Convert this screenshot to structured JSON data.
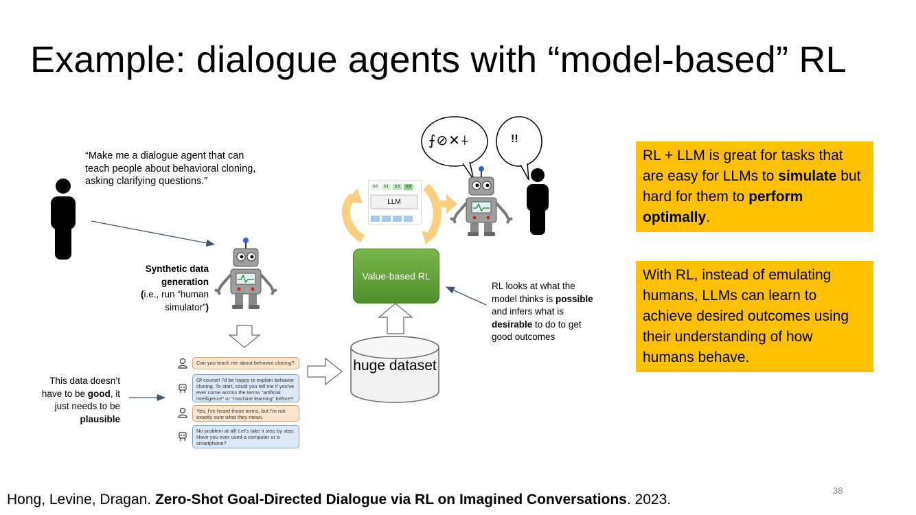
{
  "title": "Example: dialogue agents with “model-based” RL",
  "prompt_quote": "“Make me a dialogue agent that can teach people about behavioral cloning, asking clarifying questions.”",
  "synthetic": {
    "line1": "Synthetic data",
    "line2": "generation",
    "line3_pre": "(",
    "line3_rest": "i.e., run “human",
    "line4": "simulator”",
    "line4_post": ")"
  },
  "data_note": {
    "pre": "This data doesn’t have to be ",
    "good": "good",
    "mid": ", it just needs to be ",
    "plausible": "plausible"
  },
  "rl_note": {
    "pre": "RL looks at what the model thinks is ",
    "possible": "possible",
    "mid": " and infers what is ",
    "desirable": "desirable",
    "post": " to do to get good outcomes"
  },
  "value_rl_label": "Value-based RL",
  "dataset_label": "huge dataset",
  "llm_label": "LLM",
  "llm_scores": [
    "0.0",
    "0.1",
    "0.3",
    "0.9"
  ],
  "bubble_glyphs": "⨍⊘✕⍭",
  "bubble_exclaim": "!!",
  "chat": [
    {
      "role": "user",
      "text": "Can you teach me about behavior cloning?"
    },
    {
      "role": "agent",
      "text": "Of course! I'd be happy to explain behavior cloning. To start, could you tell me if you've ever come across the terms \"artificial intelligence\" or \"machine learning\" before?"
    },
    {
      "role": "user",
      "text": "Yes, I've heard those terms, but I'm not exactly sure what they mean."
    },
    {
      "role": "agent",
      "text": "No problem at all! Let's take it step by step. Have you ever used a computer or a smartphone?"
    }
  ],
  "box1": {
    "t1": "RL + LLM is great for tasks that are easy for LLMs to ",
    "b1": "simulate",
    "t2": " but hard for them to ",
    "b2": "perform optimally",
    "t3": "."
  },
  "box2": "With RL, instead of emulating humans, LLMs can learn to achieve desired outcomes using their understanding of how humans behave.",
  "footer": {
    "authors": "Hong, Levine, Dragan. ",
    "paper": "Zero-Shot Goal-Directed Dialogue via RL on Imagined Conversations",
    "year": ". 2023."
  },
  "page_number": "38",
  "colors": {
    "callout": "#ffc000",
    "value_rl": "#5e9e36",
    "arrow": "#f9cf7d",
    "dataset": "#f2f2f2"
  }
}
